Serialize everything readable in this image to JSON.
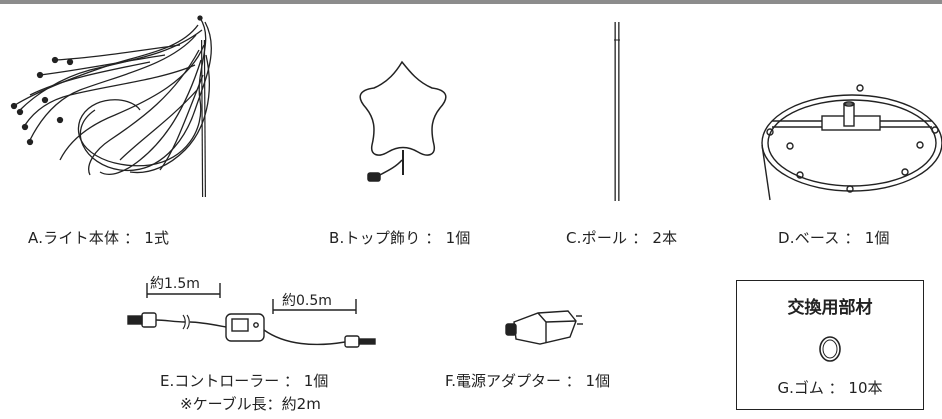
{
  "items": [
    {
      "id": "A",
      "caption": "A.ライト本体 ： 1式",
      "icon": "light-body-icon"
    },
    {
      "id": "B",
      "caption": "B.トップ飾り ： 1個",
      "icon": "top-star-icon"
    },
    {
      "id": "C",
      "caption": "C.ポール ： 2本",
      "icon": "pole-icon"
    },
    {
      "id": "D",
      "caption": "D.ベース ： 1個",
      "icon": "base-ring-icon"
    },
    {
      "id": "E",
      "caption": "E.コントローラー ： 1個",
      "note": "※ケーブル長：約2m",
      "icon": "controller-icon"
    },
    {
      "id": "F",
      "caption": "F.電源アダプター ： 1個",
      "icon": "power-adapter-icon"
    }
  ],
  "controller_dims": {
    "left": "約1.5m",
    "right": "約0.5m"
  },
  "spare_parts": {
    "title": "交換用部材",
    "caption": "G.ゴム ： 10本",
    "icon": "rubber-band-icon"
  }
}
